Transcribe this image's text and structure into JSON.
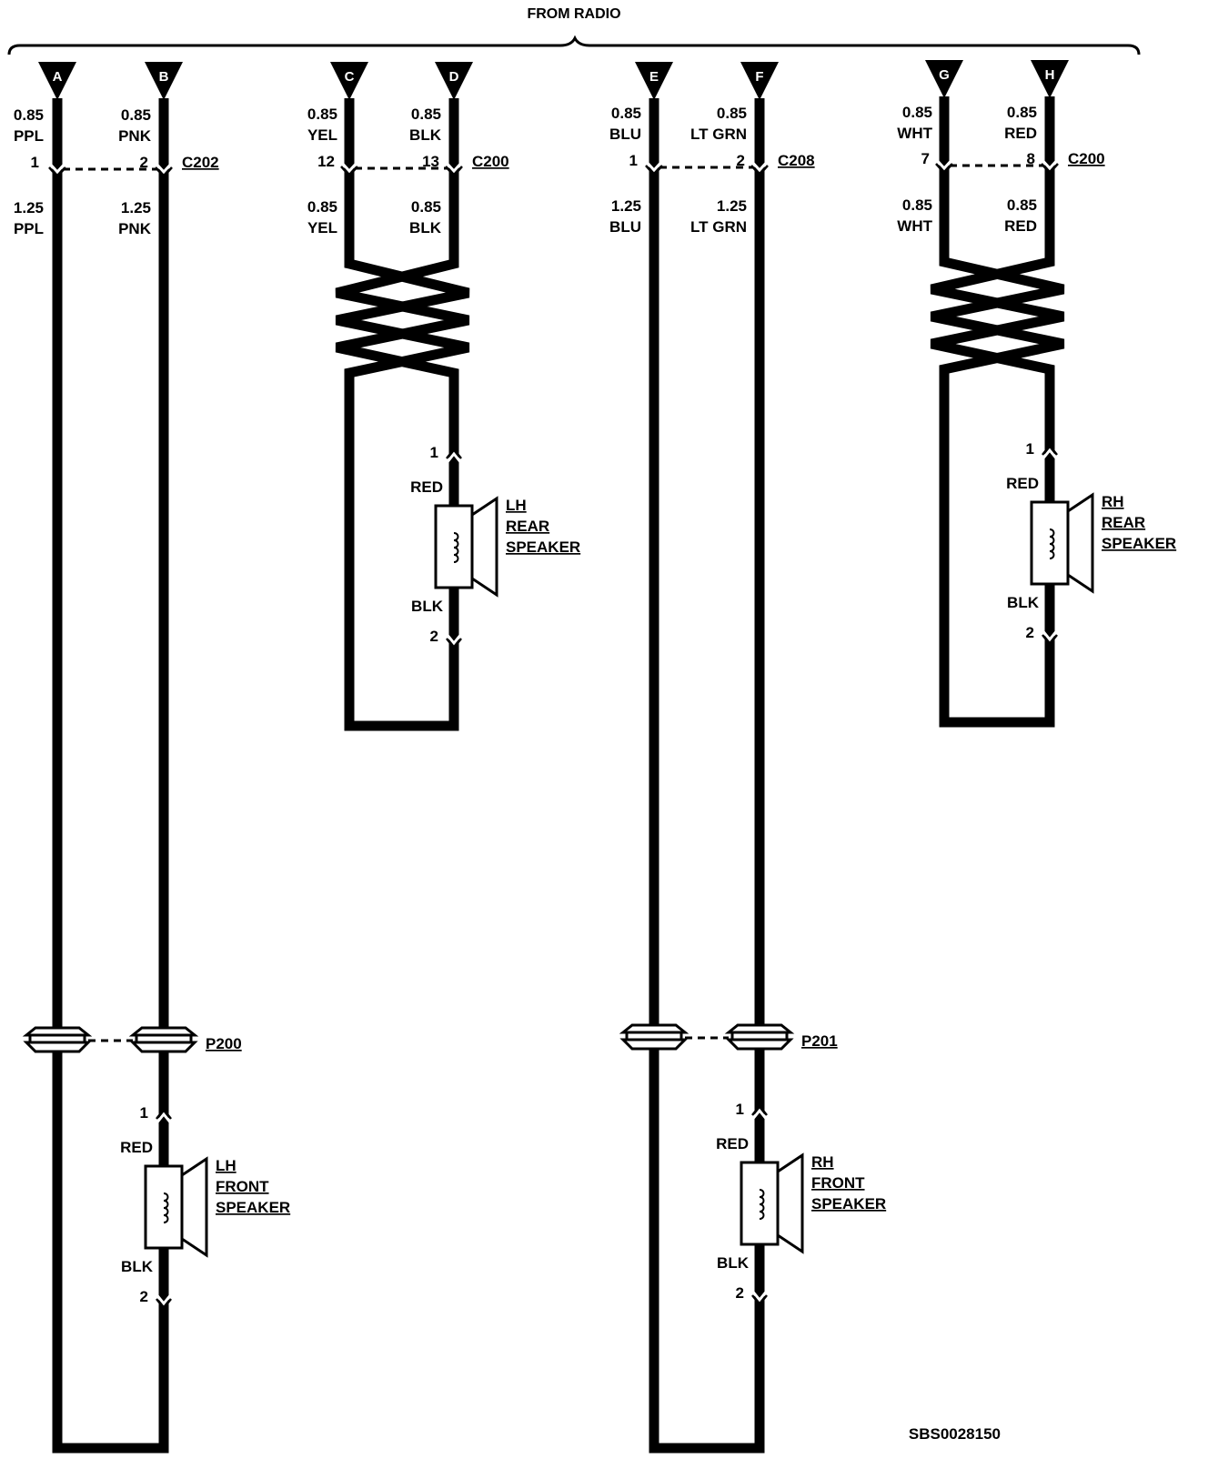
{
  "header": {
    "title": "FROM RADIO"
  },
  "figure_id": "SBS0028150",
  "terminals": [
    "A",
    "B",
    "C",
    "D",
    "E",
    "F",
    "G",
    "H"
  ],
  "wires_top": {
    "a": [
      "0.85",
      "PPL"
    ],
    "b": [
      "0.85",
      "PNK"
    ],
    "c": [
      "0.85",
      "YEL"
    ],
    "d": [
      "0.85",
      "BLK"
    ],
    "e": [
      "0.85",
      "BLU"
    ],
    "f": [
      "0.85",
      "LT GRN"
    ],
    "g": [
      "0.85",
      "WHT"
    ],
    "h": [
      "0.85",
      "RED"
    ]
  },
  "wires_bottom": {
    "a": [
      "1.25",
      "PPL"
    ],
    "b": [
      "1.25",
      "PNK"
    ],
    "c": [
      "0.85",
      "YEL"
    ],
    "d": [
      "0.85",
      "BLK"
    ],
    "e": [
      "1.25",
      "BLU"
    ],
    "f": [
      "1.25",
      "LT GRN"
    ],
    "g": [
      "0.85",
      "WHT"
    ],
    "h": [
      "0.85",
      "RED"
    ]
  },
  "connectors": [
    {
      "name": "C202",
      "pins": [
        "1",
        "2"
      ]
    },
    {
      "name": "C200",
      "pins": [
        "12",
        "13"
      ]
    },
    {
      "name": "C208",
      "pins": [
        "1",
        "2"
      ]
    },
    {
      "name": "C200",
      "pins": [
        "7",
        "8"
      ]
    }
  ],
  "pass_throughs": [
    "P200",
    "P201"
  ],
  "speakers": [
    {
      "name": [
        "LH",
        "REAR",
        "SPEAKER"
      ],
      "pin1": "1",
      "wire1": "RED",
      "pin2": "2",
      "wire2": "BLK"
    },
    {
      "name": [
        "RH",
        "REAR",
        "SPEAKER"
      ],
      "pin1": "1",
      "wire1": "RED",
      "pin2": "2",
      "wire2": "BLK"
    },
    {
      "name": [
        "LH",
        "FRONT",
        "SPEAKER"
      ],
      "pin1": "1",
      "wire1": "RED",
      "pin2": "2",
      "wire2": "BLK"
    },
    {
      "name": [
        "RH",
        "FRONT",
        "SPEAKER"
      ],
      "pin1": "1",
      "wire1": "RED",
      "pin2": "2",
      "wire2": "BLK"
    }
  ]
}
